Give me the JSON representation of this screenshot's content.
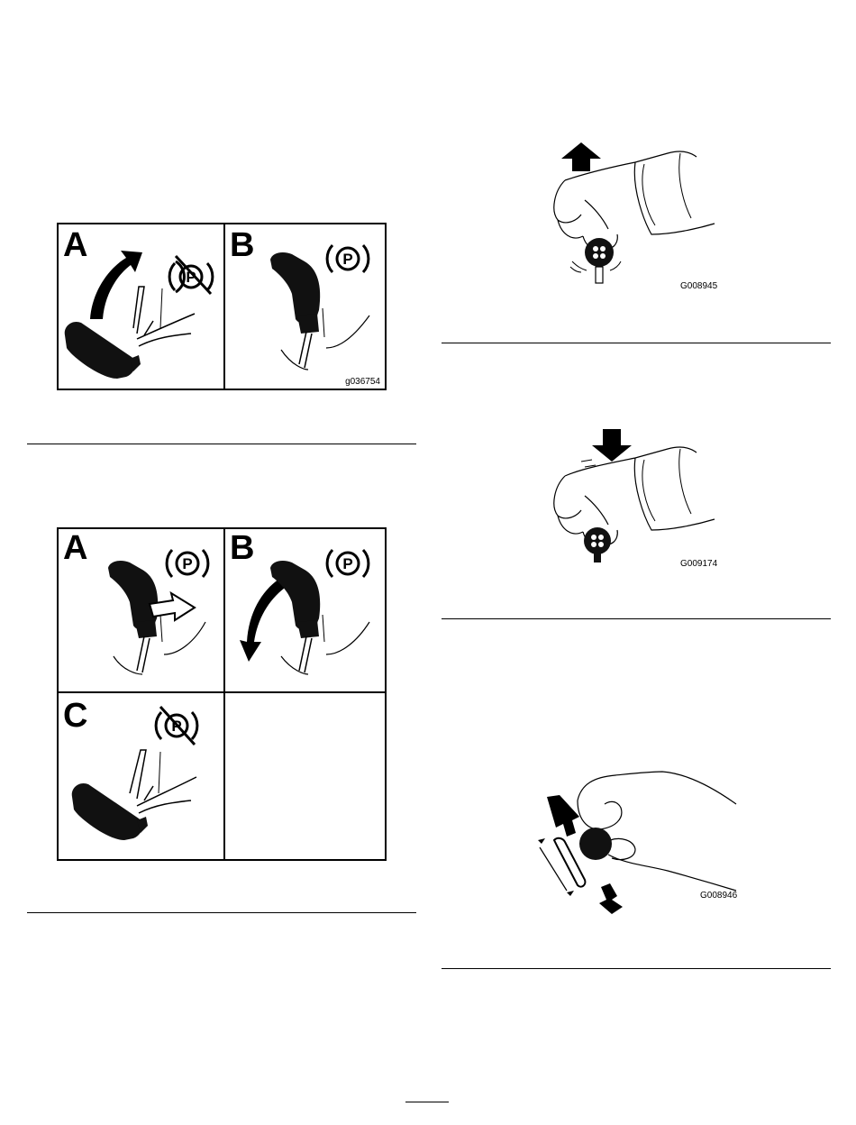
{
  "figures": {
    "engage_brake": {
      "panels": [
        "A",
        "B"
      ],
      "code": "g036754",
      "park_symbol": "P"
    },
    "release_brake": {
      "panels": [
        "A",
        "B",
        "C"
      ],
      "park_symbol": "P"
    },
    "pto_pull": {
      "code": "G008945"
    },
    "pto_push": {
      "code": "G009174"
    },
    "throttle": {
      "code": "G008946"
    }
  },
  "icons": {
    "arrow_up": "arrow-up-icon",
    "arrow_down": "arrow-down-icon",
    "park_brake": "park-brake-icon",
    "park_brake_released": "park-brake-off-icon"
  }
}
